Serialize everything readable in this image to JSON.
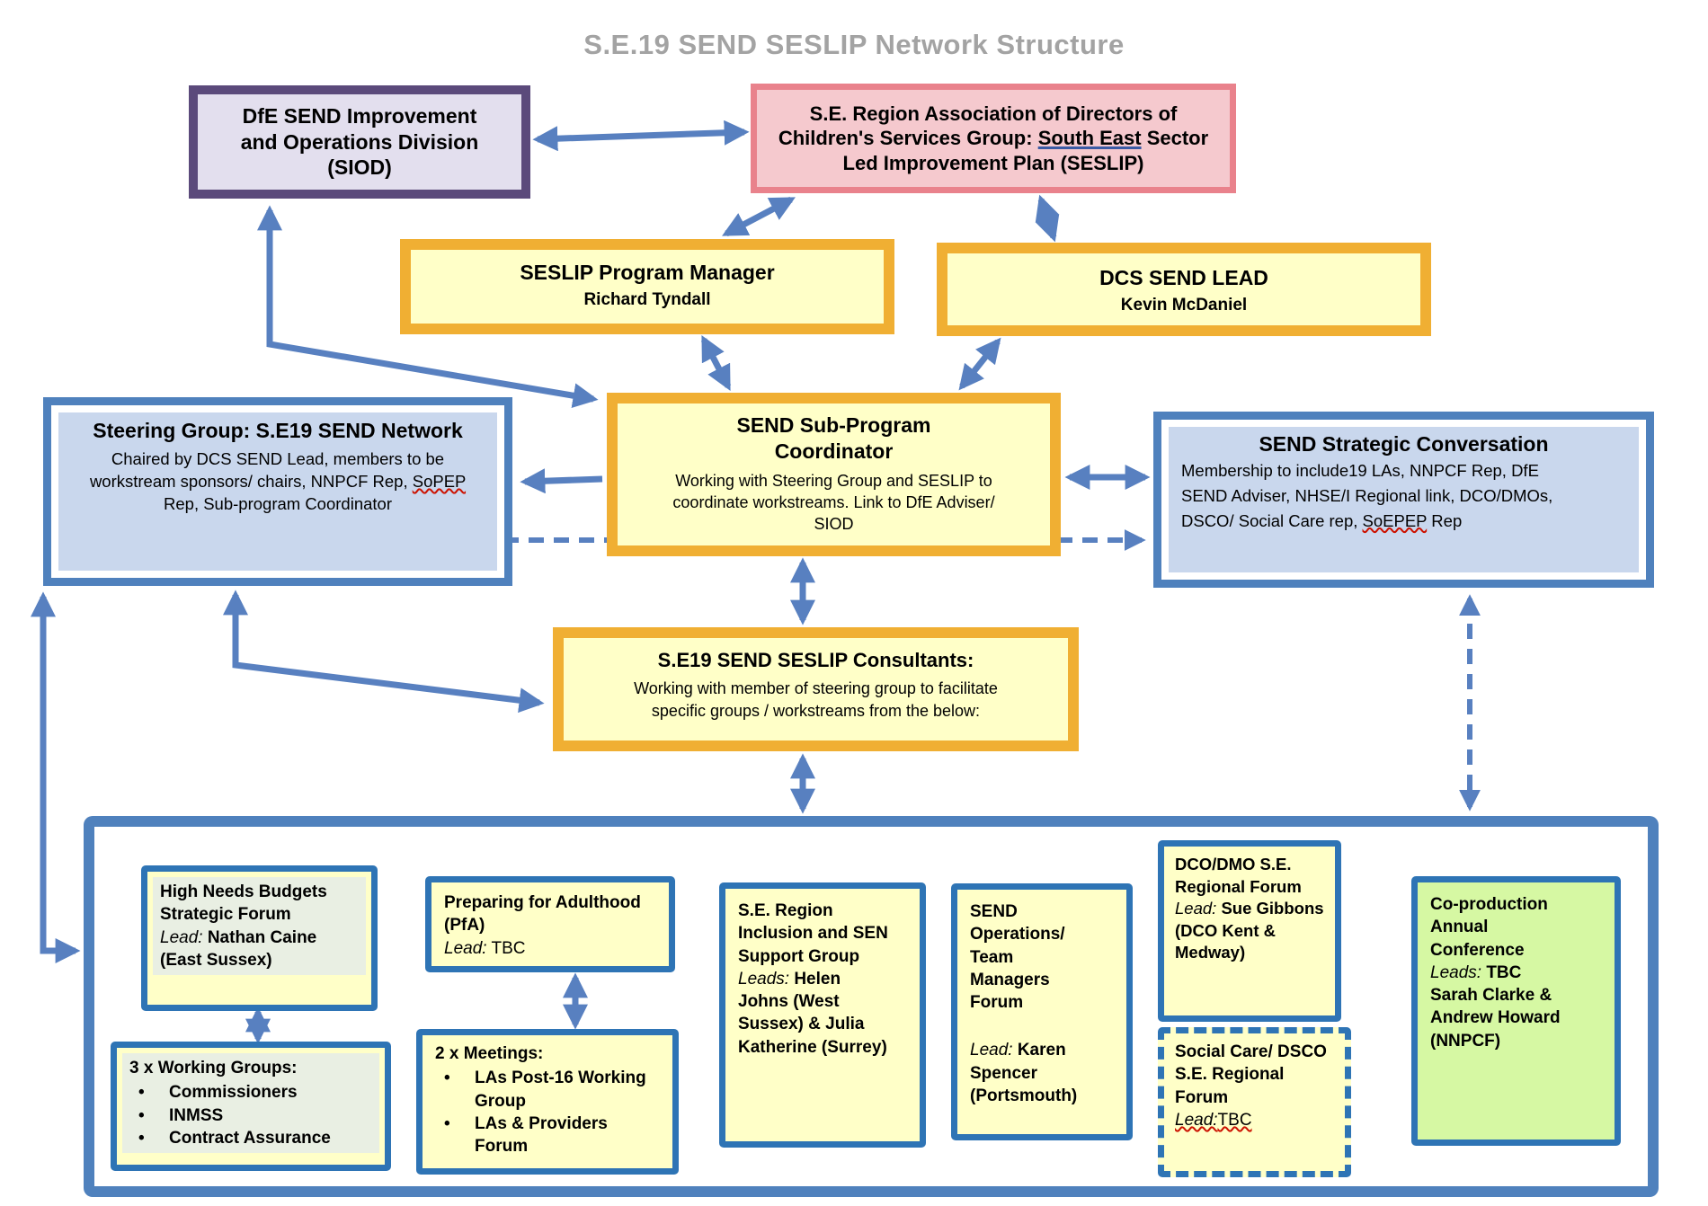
{
  "title": "S.E.19 SEND SESLIP Network Structure",
  "colors": {
    "arrow_blue": "#5880c0",
    "frame_blue": "#4f81bd",
    "inner_border_blue": "#2e74b5",
    "box_yellow": "#ffffc8",
    "border_orange": "#f0af33",
    "purple_border": "#5b4a7b",
    "purple_fill": "#e3dfee",
    "pink_border": "#e9828c",
    "pink_fill": "#f5c9ce",
    "blue_fill": "#c9d7ed",
    "green_fill": "#d6f8a3",
    "highlight_green": "#e9efe3",
    "title_gray": "#a3a3a3",
    "spellcheck_red": "#cc1100"
  },
  "nodes": {
    "dfe": {
      "label": "DfE SEND Improvement and Operations Division (SIOD)"
    },
    "adcs": {
      "label_part1": "S.E. Region Association of Directors of Children's Services Group: ",
      "label_underlined": "South East",
      "label_part2": " Sector Led Improvement Plan (SESLIP)"
    },
    "pm": {
      "title": "SESLIP Program Manager",
      "name": "Richard Tyndall"
    },
    "dcs": {
      "title": "DCS SEND LEAD",
      "name": "Kevin McDaniel"
    },
    "steering": {
      "title": "Steering Group: S.E19 SEND Network",
      "body_part1": "Chaired by DCS SEND Lead, members to be workstream sponsors/ chairs, NNPCF Rep, ",
      "body_misspelled": "SoPEP",
      "body_part2": " Rep, Sub-program Coordinator"
    },
    "coordinator": {
      "title": "SEND Sub-Program Coordinator",
      "body": "Working with Steering Group and SESLIP to coordinate workstreams. Link to DfE Adviser/ SIOD"
    },
    "strategic": {
      "title": "SEND Strategic Conversation",
      "body_part1": "Membership to include19 LAs, NNPCF Rep, DfE SEND Adviser, NHSE/I Regional link, DCO/DMOs, DSCO/ Social Care rep, ",
      "body_misspelled": "SoEPEP",
      "body_part2": " Rep"
    },
    "consultants": {
      "title": "S.E19 SEND SESLIP Consultants:",
      "body": "Working with member of steering group to facilitate specific groups / workstreams from the below:"
    },
    "high_needs": {
      "title": "High Needs Budgets Strategic Forum",
      "lead_label": "Lead:",
      "lead_name": "Nathan Caine (East Sussex)"
    },
    "working_groups": {
      "title": "3 x Working Groups:",
      "items": [
        "Commissioners",
        "INMSS",
        "Contract Assurance"
      ]
    },
    "pfa": {
      "title": "Preparing for Adulthood (PfA)",
      "lead_label": "Lead:",
      "lead_name": "TBC"
    },
    "meetings": {
      "title": "2 x Meetings:",
      "items": [
        "LAs Post-16 Working Group",
        "LAs & Providers Forum"
      ]
    },
    "inclusion": {
      "title": "S.E. Region Inclusion and SEN Support Group",
      "lead_label": "Leads:",
      "lead_name": "Helen Johns (West Sussex) & Julia Katherine (Surrey)"
    },
    "operations": {
      "title": "SEND Operations/ Team Managers Forum",
      "lead_label": "Lead:",
      "lead_name": "Karen Spencer (Portsmouth)"
    },
    "dco_dmo": {
      "title": "DCO/DMO S.E. Regional Forum",
      "lead_label": "Lead:",
      "lead_name": "Sue Gibbons (DCO Kent & Medway)"
    },
    "social_care": {
      "title": "Social Care/ DSCO S.E. Regional Forum",
      "lead_label": "Lead:",
      "lead_name": "TBC"
    },
    "coproduction": {
      "title": "Co-production Annual Conference",
      "lead_label": "Leads:",
      "lead_name": "TBC Sarah Clarke & Andrew Howard (NNPCF)"
    }
  }
}
